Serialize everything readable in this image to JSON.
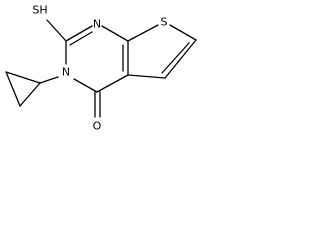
{
  "molecule": {
    "atoms": {
      "thiol": "SH",
      "ring_n_top": "N",
      "ring_s": "S",
      "ring_n_left": "N",
      "carbonyl_o": "O"
    }
  }
}
